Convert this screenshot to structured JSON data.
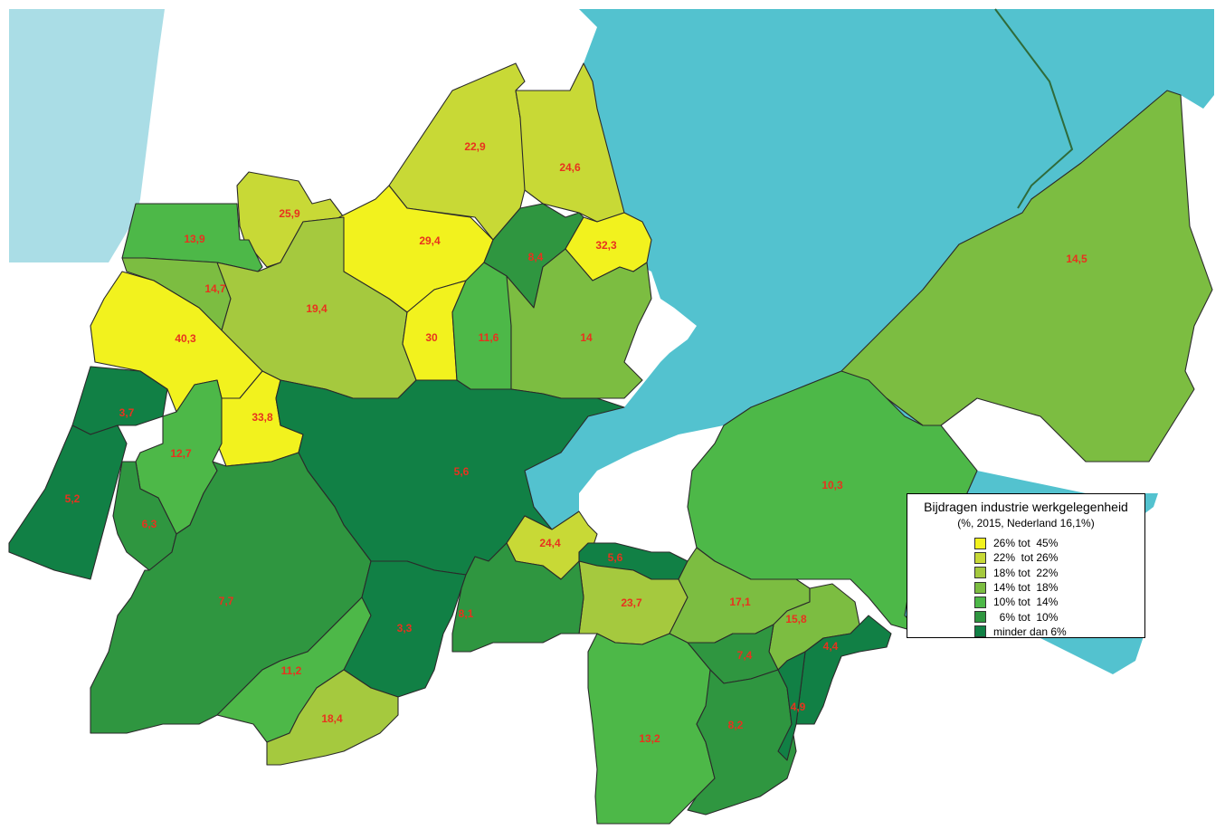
{
  "legend": {
    "title": "Bijdragen industrie werkgelegenheid",
    "subtitle": "(%, 2015, Nederland 16,1%)",
    "classes": [
      {
        "label": "26% tot  45%",
        "color": "#f2f21e"
      },
      {
        "label": "22%  tot 26%",
        "color": "#c8d936"
      },
      {
        "label": "18% tot  22%",
        "color": "#a5c93e"
      },
      {
        "label": "14% tot  18%",
        "color": "#7cbd41"
      },
      {
        "label": "10% tot  14%",
        "color": "#4db848"
      },
      {
        "label": "  6% tot  10%",
        "color": "#2f9640"
      },
      {
        "label": "minder dan 6%",
        "color": "#118045"
      }
    ]
  },
  "colors": {
    "sea": "#aadde6",
    "lake": "#53c2cf",
    "label": "#e8321e"
  },
  "regions": [
    {
      "value": "22,9",
      "class": 1
    },
    {
      "value": "24,6",
      "class": 1
    },
    {
      "value": "25,9",
      "class": 1
    },
    {
      "value": "13,9",
      "class": 4
    },
    {
      "value": "29,4",
      "class": 0
    },
    {
      "value": "8,4",
      "class": 5
    },
    {
      "value": "32,3",
      "class": 0
    },
    {
      "value": "14,7",
      "class": 3
    },
    {
      "value": "19,4",
      "class": 2
    },
    {
      "value": "40,3",
      "class": 0
    },
    {
      "value": "30",
      "class": 0
    },
    {
      "value": "11,6",
      "class": 4
    },
    {
      "value": "14",
      "class": 3
    },
    {
      "value": "14,5",
      "class": 3
    },
    {
      "value": "3,7",
      "class": 6
    },
    {
      "value": "33,8",
      "class": 0
    },
    {
      "value": "5,6",
      "class": 6
    },
    {
      "value": "12,7",
      "class": 4
    },
    {
      "value": "5,2",
      "class": 6
    },
    {
      "value": "6,3",
      "class": 5
    },
    {
      "value": "10,3",
      "class": 4
    },
    {
      "value": "7,7",
      "class": 5
    },
    {
      "value": "24,4",
      "class": 1
    },
    {
      "value": "5,6",
      "class": 6
    },
    {
      "value": "23,7",
      "class": 2
    },
    {
      "value": "17,1",
      "class": 3
    },
    {
      "value": "3,3",
      "class": 6
    },
    {
      "value": "8,1",
      "class": 5
    },
    {
      "value": "15,8",
      "class": 3
    },
    {
      "value": "4,4",
      "class": 6
    },
    {
      "value": "11,2",
      "class": 4
    },
    {
      "value": "7,4",
      "class": 5
    },
    {
      "value": "18,4",
      "class": 2
    },
    {
      "value": "13,2",
      "class": 4
    },
    {
      "value": "8,2",
      "class": 5
    },
    {
      "value": "4,9",
      "class": 6
    }
  ]
}
